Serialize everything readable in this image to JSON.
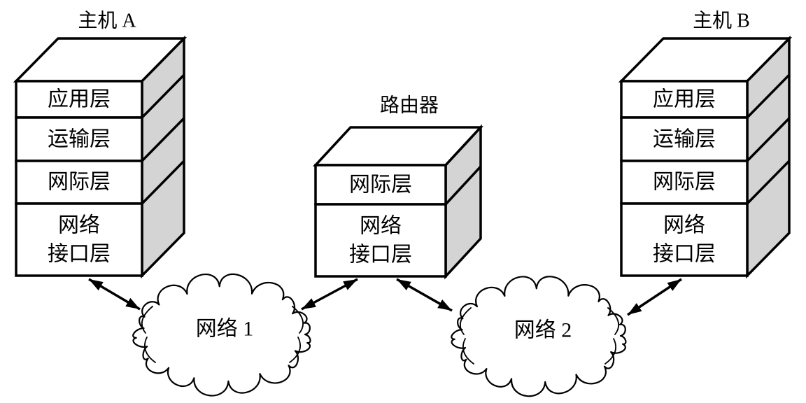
{
  "diagram": {
    "host_a": {
      "title": "主机 A",
      "layers": [
        {
          "lines": [
            "应用层"
          ]
        },
        {
          "lines": [
            "运输层"
          ]
        },
        {
          "lines": [
            "网际层"
          ]
        },
        {
          "lines": [
            "网络",
            "接口层"
          ]
        }
      ]
    },
    "router": {
      "title": "路由器",
      "layers": [
        {
          "lines": [
            "网际层"
          ]
        },
        {
          "lines": [
            "网络",
            "接口层"
          ]
        }
      ]
    },
    "host_b": {
      "title": "主机 B",
      "layers": [
        {
          "lines": [
            "应用层"
          ]
        },
        {
          "lines": [
            "运输层"
          ]
        },
        {
          "lines": [
            "网际层"
          ]
        },
        {
          "lines": [
            "网络",
            "接口层"
          ]
        }
      ]
    },
    "networks": [
      {
        "label": "网络 1"
      },
      {
        "label": "网络 2"
      }
    ],
    "colors": {
      "stroke": "#000000",
      "side_face": "#d4d4d4",
      "face": "#ffffff",
      "background": "#ffffff"
    }
  }
}
